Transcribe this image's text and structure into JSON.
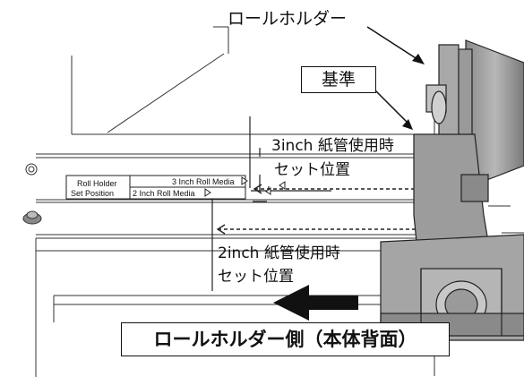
{
  "callouts": {
    "roll_holder": "ロールホルダー",
    "reference": "基準",
    "set_3inch_line1": "3inch 紙管使用時",
    "set_3inch_line2": "セット位置",
    "set_2inch_line1": "2inch 紙管使用時",
    "set_2inch_line2": "セット位置"
  },
  "position_label": {
    "title_line1": "Roll Holder",
    "title_line2": "Set Position",
    "row_3inch": "3 Inch Roll Media",
    "row_2inch": "2 Inch Roll Media"
  },
  "footer": {
    "direction_label": "ロールホルダー側（本体背面）"
  }
}
